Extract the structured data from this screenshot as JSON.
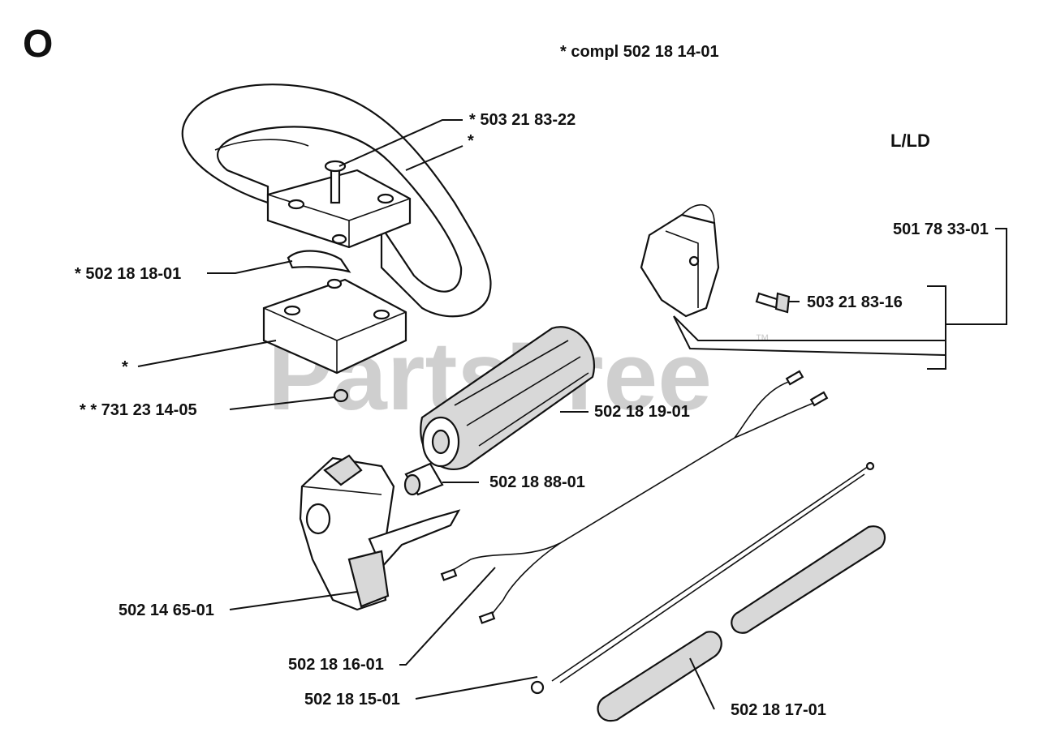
{
  "header": {
    "section_letter": "O",
    "compl_note": "* compl 502 18 14-01",
    "model_tag": "L/LD"
  },
  "watermark": {
    "text": "PartsTree",
    "tm": "™"
  },
  "callouts": [
    {
      "id": "c1",
      "text": "* 503 21 83-22"
    },
    {
      "id": "c2",
      "text": "*"
    },
    {
      "id": "c3",
      "text": "* 502 18 18-01"
    },
    {
      "id": "c4",
      "text": "*"
    },
    {
      "id": "c5",
      "text": "* * 731 23 14-05"
    },
    {
      "id": "c6",
      "text": "502 18 19-01"
    },
    {
      "id": "c7",
      "text": "502 18 88-01"
    },
    {
      "id": "c8",
      "text": "502 14 65-01"
    },
    {
      "id": "c9",
      "text": "502 18 16-01"
    },
    {
      "id": "c10",
      "text": "502 18 15-01"
    },
    {
      "id": "c11",
      "text": "502 18 17-01"
    },
    {
      "id": "c12",
      "text": "501 78 33-01"
    },
    {
      "id": "c13",
      "text": "503 21 83-16"
    }
  ],
  "colors": {
    "ink": "#111111",
    "watermark": "#cfcfcf",
    "background": "#ffffff"
  }
}
